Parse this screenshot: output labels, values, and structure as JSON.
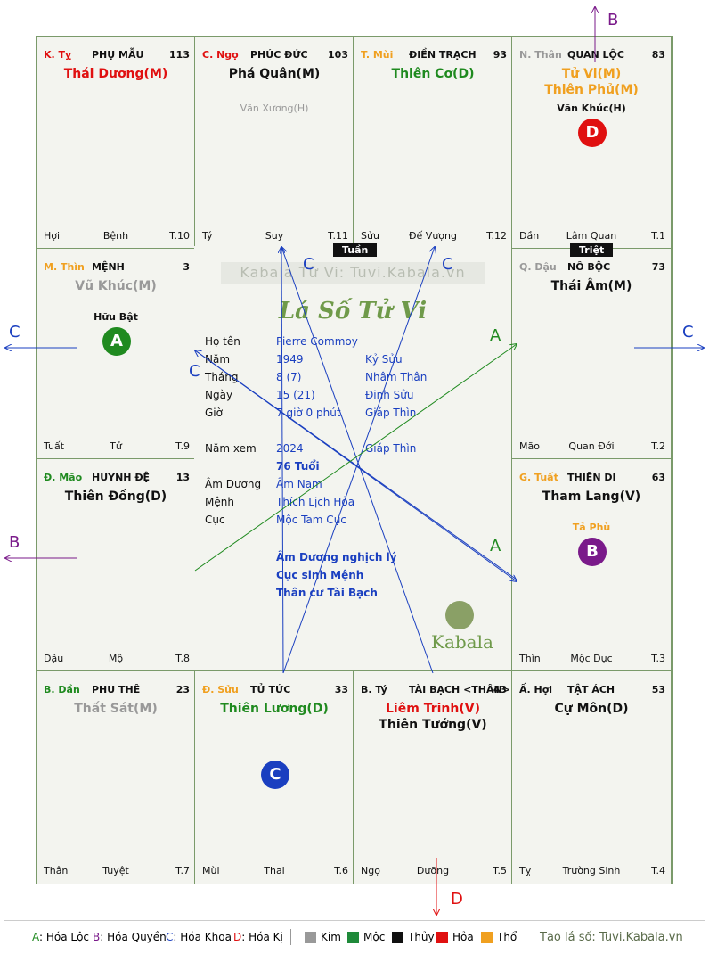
{
  "palaces": [
    {
      "stem": "K. Tỵ",
      "name": "PHỤ MẪU",
      "num": "113",
      "main": [
        {
          "t": "Thái Dương(M)",
          "c": "#e01010"
        }
      ],
      "minor": [],
      "f1": "Hợi",
      "f2": "Bệnh",
      "f3": "T.10"
    },
    {
      "stem": "C. Ngọ",
      "name": "PHÚC ĐỨC",
      "num": "103",
      "main": [
        {
          "t": "Phá Quân(M)",
          "c": "#111111"
        }
      ],
      "minor": [
        {
          "t": "Văn Xương(H)",
          "c": "#999999"
        }
      ],
      "f1": "Tý",
      "f2": "Suy",
      "f3": "T.11"
    },
    {
      "stem": "T. Mùi",
      "name": "ĐIỀN TRẠCH",
      "num": "93",
      "main": [
        {
          "t": "Thiên Cơ(D)",
          "c": "#1f8a1f"
        }
      ],
      "minor": [],
      "f1": "Sửu",
      "f2": "Đế Vượng",
      "f3": "T.12"
    },
    {
      "stem": "N. Thân",
      "name": "QUAN LỘC",
      "num": "83",
      "main": [
        {
          "t": "Tử Vi(M)",
          "c": "#f0a020"
        },
        {
          "t": "Thiên Phủ(M)",
          "c": "#f0a020"
        }
      ],
      "minor": [
        {
          "t": "Văn Khúc(H)",
          "c": "#111111"
        }
      ],
      "circle": "D",
      "f1": "Dần",
      "f2": "Lâm Quan",
      "f3": "T.1"
    },
    {
      "stem": "M. Thìn",
      "name": "MỆNH",
      "num": "3",
      "main": [
        {
          "t": "Vũ Khúc(M)",
          "c": "#999999"
        }
      ],
      "minor": [
        {
          "t": "Hữu Bật",
          "c": "#111111"
        }
      ],
      "circle": "A",
      "f1": "Tuất",
      "f2": "Tử",
      "f3": "T.9"
    },
    {
      "stem": "Q. Dậu",
      "name": "NÔ BỘC",
      "num": "73",
      "main": [
        {
          "t": "Thái Âm(M)",
          "c": "#111111"
        }
      ],
      "minor": [],
      "f1": "Mão",
      "f2": "Quan Đới",
      "f3": "T.2"
    },
    {
      "stem": "Đ. Mão",
      "name": "HUYNH ĐỆ",
      "num": "13",
      "main": [
        {
          "t": "Thiên Đồng(D)",
          "c": "#111111"
        }
      ],
      "minor": [],
      "f1": "Dậu",
      "f2": "Mộ",
      "f3": "T.8"
    },
    {
      "stem": "G. Tuất",
      "name": "THIÊN DI",
      "num": "63",
      "main": [
        {
          "t": "Tham Lang(V)",
          "c": "#111111"
        }
      ],
      "minor": [
        {
          "t": "Tả Phù",
          "c": "#f0a020"
        }
      ],
      "circle": "B",
      "f1": "Thìn",
      "f2": "Mộc Dục",
      "f3": "T.3"
    },
    {
      "stem": "B. Dần",
      "name": "PHU THÊ",
      "num": "23",
      "main": [
        {
          "t": "Thất Sát(M)",
          "c": "#999999"
        }
      ],
      "minor": [],
      "f1": "Thân",
      "f2": "Tuyệt",
      "f3": "T.7"
    },
    {
      "stem": "Đ. Sửu",
      "name": "TỬ TỨC",
      "num": "33",
      "main": [
        {
          "t": "Thiên Lương(D)",
          "c": "#1f8a1f"
        }
      ],
      "minor": [],
      "circle": "C",
      "f1": "Mùi",
      "f2": "Thai",
      "f3": "T.6"
    },
    {
      "stem": "B. Tý",
      "name": "TÀI BẠCH <THÂN>",
      "num": "43",
      "main": [
        {
          "t": "Liêm Trinh(V)",
          "c": "#e01010"
        },
        {
          "t": "Thiên Tướng(V)",
          "c": "#111111"
        }
      ],
      "minor": [],
      "f1": "Ngọ",
      "f2": "Dưỡng",
      "f3": "T.5"
    },
    {
      "stem": "Ấ. Hợi",
      "name": "TẬT ÁCH",
      "num": "53",
      "main": [
        {
          "t": "Cự Môn(D)",
          "c": "#111111"
        }
      ],
      "minor": [],
      "f1": "Tỵ",
      "f2": "Trường Sinh",
      "f3": "T.4"
    }
  ],
  "tags": {
    "tuan": "Tuần",
    "triet": "Triệt"
  },
  "center": {
    "watermark": "Kabala Tử Vi: Tuvi.Kabala.vn",
    "title": "Lá Số Tử Vi",
    "rows": [
      {
        "l": "Họ tên",
        "v": "Pierre Commoy",
        "v2": ""
      },
      {
        "l": "Năm",
        "v": "1949",
        "v2": "Kỷ Sửu"
      },
      {
        "l": "Tháng",
        "v": "8  (7)",
        "v2": "Nhâm Thân"
      },
      {
        "l": "Ngày",
        "v": "15  (21)",
        "v2": "Đinh Sửu"
      },
      {
        "l": "Giờ",
        "v": "7 giờ 0 phút",
        "v2": "Giáp Thìn"
      },
      {
        "l": "Năm xem",
        "v": "2024",
        "v2": "Giáp Thìn"
      },
      {
        "l": "",
        "v": "76 Tuổi",
        "v2": ""
      },
      {
        "l": "Âm Dương",
        "v": "Âm Nam",
        "v2": ""
      },
      {
        "l": "Mệnh",
        "v": "Thích Lịch Hỏa",
        "v2": ""
      },
      {
        "l": "Cục",
        "v": "Mộc Tam Cục",
        "v2": ""
      }
    ],
    "notes": [
      "Âm Dương nghịch lý",
      "Cục sinh Mệnh",
      "Thân cư Tài Bạch"
    ],
    "brand": "Kabala"
  },
  "arrows": {
    "a": "A",
    "b": "B",
    "c": "C",
    "d": "D"
  },
  "legend": {
    "hoa": [
      {
        "k": "A",
        "t": ": Hóa Lộc",
        "c": "#1f8a1f"
      },
      {
        "k": "B",
        "t": ": Hóa Quyền",
        "c": "#7a1a8a"
      },
      {
        "k": "C",
        "t": ": Hóa Khoa",
        "c": "#1a3fc0"
      },
      {
        "k": "D",
        "t": ": Hóa Kị",
        "c": "#e01010"
      }
    ],
    "elements": [
      {
        "t": "Kim",
        "c": "#999999"
      },
      {
        "t": "Mộc",
        "c": "#1f8a3a"
      },
      {
        "t": "Thủy",
        "c": "#111111"
      },
      {
        "t": "Hỏa",
        "c": "#e01010"
      },
      {
        "t": "Thổ",
        "c": "#f0a020"
      }
    ],
    "site": "Tạo lá số: Tuvi.Kabala.vn"
  },
  "colors": {
    "A": "#1f8a1f",
    "B": "#7a1a8a",
    "C": "#1a3fc0",
    "D": "#e01010"
  }
}
